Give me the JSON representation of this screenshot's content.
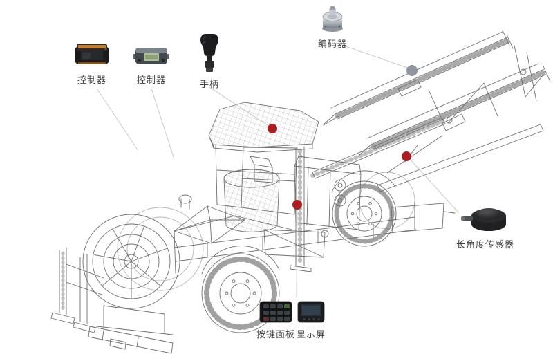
{
  "diagram": {
    "background": "#ffffff",
    "components": [
      {
        "id": "controller-1",
        "label": "控制器"
      },
      {
        "id": "controller-2",
        "label": "控制器"
      },
      {
        "id": "handle",
        "label": "手柄"
      },
      {
        "id": "encoder",
        "label": "编码器"
      },
      {
        "id": "angle-sensor",
        "label": "长角度传感器"
      },
      {
        "id": "keypad",
        "label": "按键面板"
      },
      {
        "id": "display",
        "label": "显示屏"
      }
    ],
    "markers": {
      "red_count": 3,
      "gray_count": 1
    },
    "colors": {
      "marker_red": "#a81e22",
      "marker_gray": "#8f969d",
      "leader_line": "#cdcdcd",
      "wireframe": "#6f6f6f",
      "label_text": "#3f3f3f"
    }
  }
}
